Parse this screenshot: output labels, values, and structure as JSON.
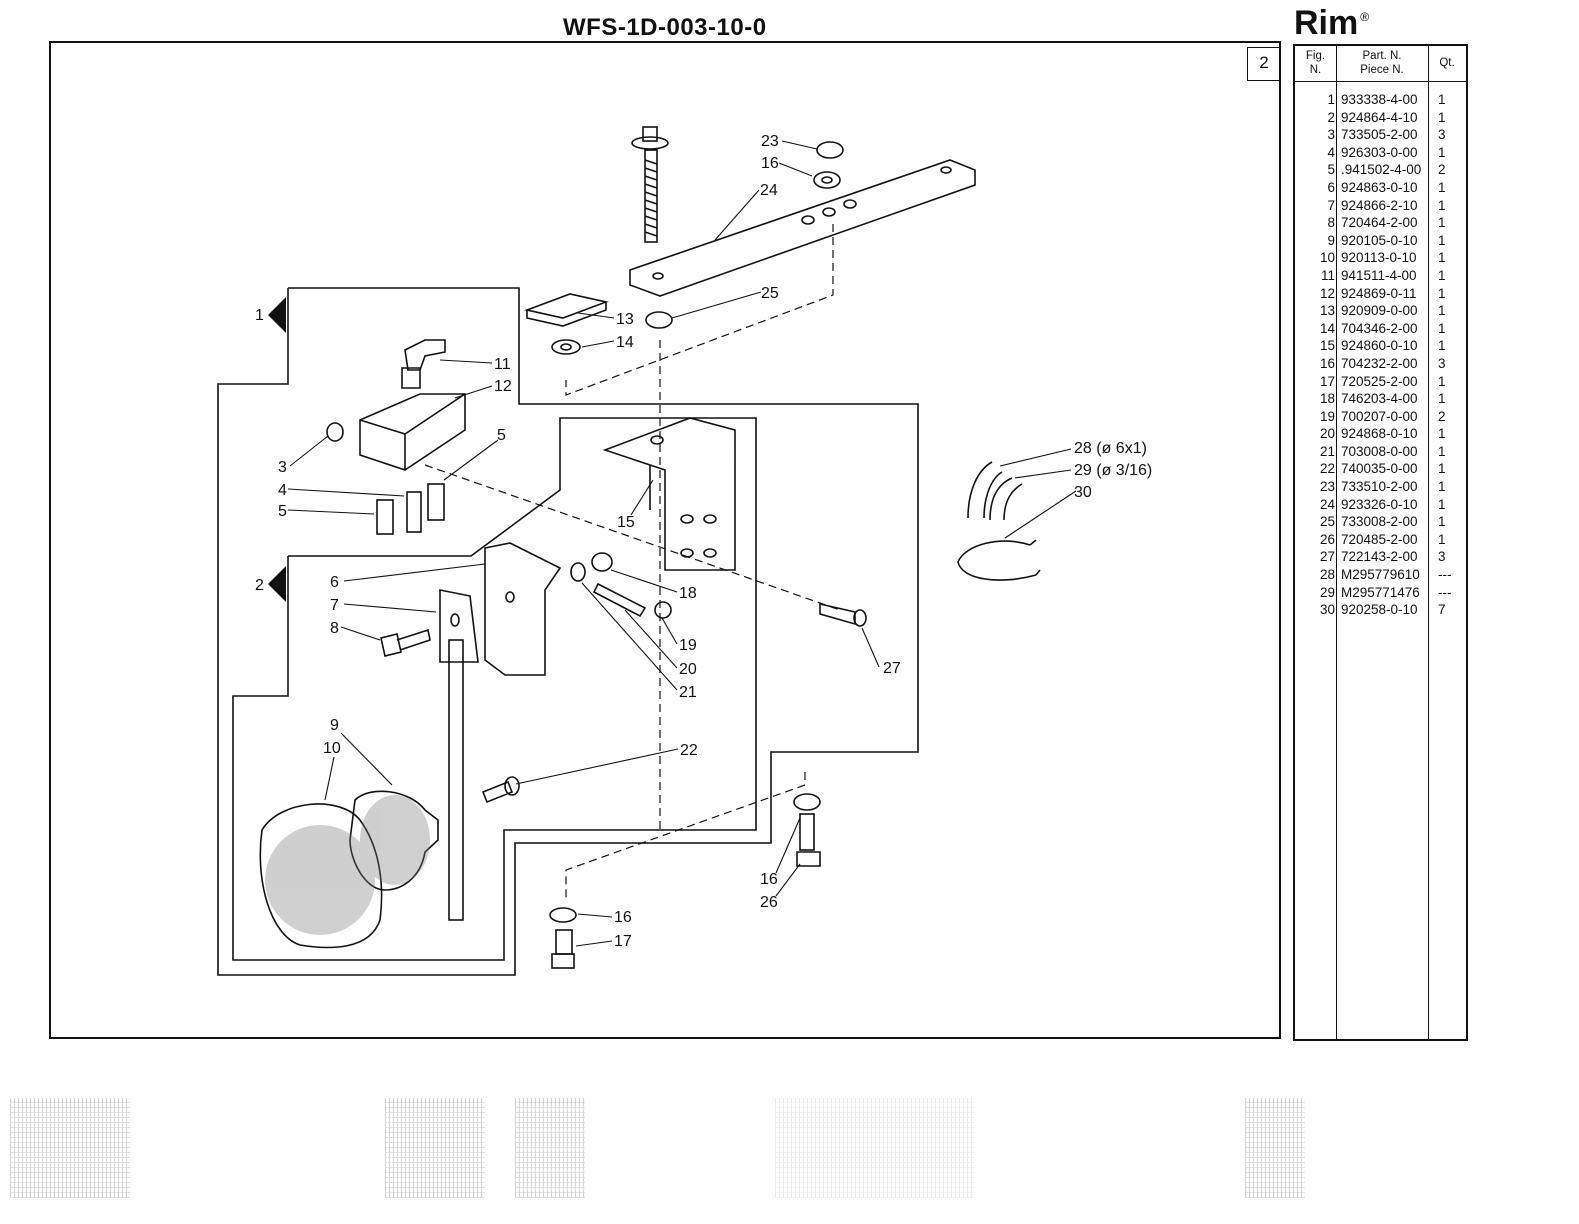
{
  "document": {
    "title": "WFS-1D-003-10-0",
    "brand": "Rim",
    "brand_mark": "®",
    "page_number": "2"
  },
  "diagram": {
    "section_markers": [
      "1",
      "2"
    ],
    "callouts": {
      "c23": "23",
      "c16a": "16",
      "c24": "24",
      "c25": "25",
      "c13": "13",
      "c14": "14",
      "c11": "11",
      "c12": "12",
      "c3": "3",
      "c4": "4",
      "c5a": "5",
      "c5b": "5",
      "c15": "15",
      "c6": "6",
      "c7": "7",
      "c8": "8",
      "c18": "18",
      "c19": "19",
      "c20": "20",
      "c21": "21",
      "c27": "27",
      "c9": "9",
      "c10": "10",
      "c22": "22",
      "c16b": "16",
      "c26": "26",
      "c16c": "16",
      "c17": "17",
      "c28": "28 (ø 6x1)",
      "c29": "29 (ø 3/16)",
      "c30": "30"
    }
  },
  "parts_table": {
    "headers": {
      "fig_line1": "Fig.",
      "fig_line2": "N.",
      "part_line1": "Part. N.",
      "part_line2": "Piece N.",
      "qty": "Qt."
    },
    "rows": [
      {
        "fig": "1",
        "part": "933338-4-00",
        "qty": "1"
      },
      {
        "fig": "2",
        "part": "924864-4-10",
        "qty": "1"
      },
      {
        "fig": "3",
        "part": "733505-2-00",
        "qty": "3"
      },
      {
        "fig": "4",
        "part": "926303-0-00",
        "qty": "1"
      },
      {
        "fig": "5",
        "part": ".941502-4-00",
        "qty": "2"
      },
      {
        "fig": "6",
        "part": "924863-0-10",
        "qty": "1"
      },
      {
        "fig": "7",
        "part": "924866-2-10",
        "qty": "1"
      },
      {
        "fig": "8",
        "part": "720464-2-00",
        "qty": "1"
      },
      {
        "fig": "9",
        "part": "920105-0-10",
        "qty": "1"
      },
      {
        "fig": "10",
        "part": "920113-0-10",
        "qty": "1"
      },
      {
        "fig": "11",
        "part": "941511-4-00",
        "qty": "1"
      },
      {
        "fig": "12",
        "part": "924869-0-11",
        "qty": "1"
      },
      {
        "fig": "13",
        "part": "920909-0-00",
        "qty": "1"
      },
      {
        "fig": "14",
        "part": "704346-2-00",
        "qty": "1"
      },
      {
        "fig": "15",
        "part": "924860-0-10",
        "qty": "1"
      },
      {
        "fig": "16",
        "part": "704232-2-00",
        "qty": "3"
      },
      {
        "fig": "17",
        "part": "720525-2-00",
        "qty": "1"
      },
      {
        "fig": "18",
        "part": "746203-4-00",
        "qty": "1"
      },
      {
        "fig": "19",
        "part": "700207-0-00",
        "qty": "2"
      },
      {
        "fig": "20",
        "part": "924868-0-10",
        "qty": "1"
      },
      {
        "fig": "21",
        "part": "703008-0-00",
        "qty": "1"
      },
      {
        "fig": "22",
        "part": "740035-0-00",
        "qty": "1"
      },
      {
        "fig": "23",
        "part": "733510-2-00",
        "qty": "1"
      },
      {
        "fig": "24",
        "part": "923326-0-10",
        "qty": "1"
      },
      {
        "fig": "25",
        "part": "733008-2-00",
        "qty": "1"
      },
      {
        "fig": "26",
        "part": "720485-2-00",
        "qty": "1"
      },
      {
        "fig": "27",
        "part": "722143-2-00",
        "qty": "3"
      },
      {
        "fig": "28",
        "part": "M295779610",
        "qty": "---"
      },
      {
        "fig": "29",
        "part": "M295771476",
        "qty": "---"
      },
      {
        "fig": "30",
        "part": "920258-0-10",
        "qty": "7"
      }
    ]
  }
}
